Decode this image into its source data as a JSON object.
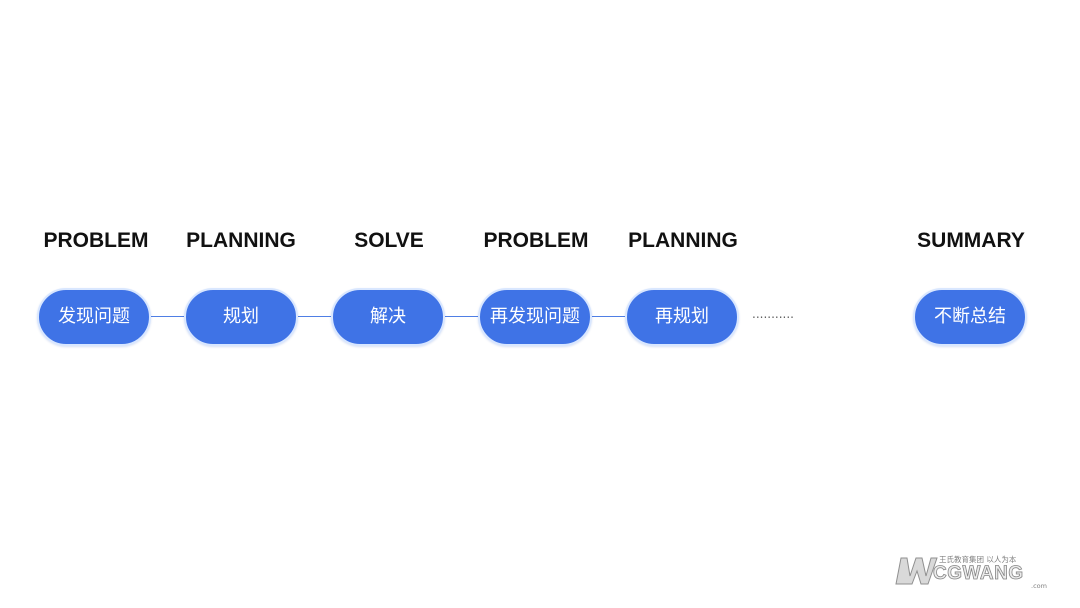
{
  "steps": [
    {
      "title": "PROBLEM",
      "label": "发现问题"
    },
    {
      "title": "PLANNING",
      "label": "规划"
    },
    {
      "title": "SOLVE",
      "label": "解决"
    },
    {
      "title": "PROBLEM",
      "label": "再发现问题"
    },
    {
      "title": "PLANNING",
      "label": "再规划"
    }
  ],
  "continuation": "...........",
  "summary": {
    "title": "SUMMARY",
    "label": "不断总结"
  },
  "watermark": {
    "tagline": "王氏教育集团 以人为本",
    "brand": "CGWANG",
    "suffix": ".com"
  },
  "colors": {
    "background": "#ffffff",
    "pill_fill": "#3f73e6",
    "pill_border": "#d9e7ff",
    "connector": "#4f7fe5",
    "title_text": "#111111"
  }
}
